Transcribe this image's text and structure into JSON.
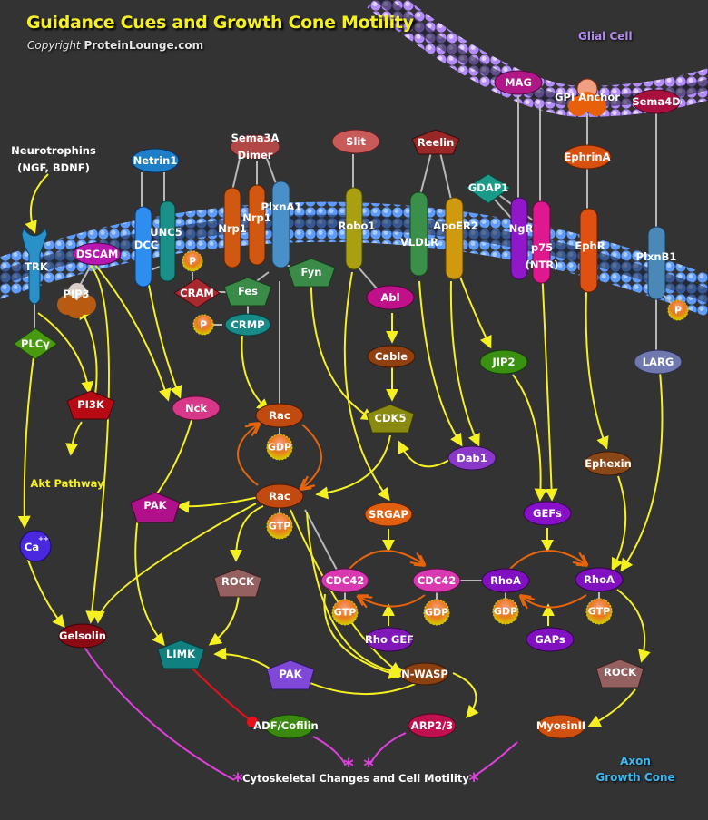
{
  "header": {
    "title": "Guidance Cues and Growth Cone Motility",
    "copyright_prefix": "Copyright",
    "copyright_site": "ProteinLounge.com"
  },
  "regions": {
    "glial_cell": "Glial Cell",
    "axon_line1": "Axon",
    "axon_line2": "Growth Cone"
  },
  "colors": {
    "background": "#333333",
    "activation_arrow": "#f5f020",
    "inhibition_line": "#e8101a",
    "cytoskeletal_link": "#e040e0",
    "gtp_cycle": "#e8640a",
    "binding_line": "#b8b8b8",
    "axon_membrane": "#4a8cff",
    "glial_membrane": "#b890ff"
  },
  "ligands": {
    "neurotrophins_line1": "Neurotrophins",
    "neurotrophins_line2": "(NGF, BDNF)",
    "netrin1": "Netrin1",
    "sema3a_line1": "Sema3A",
    "sema3a_line2": "Dimer",
    "slit": "Slit",
    "reelin": "Reelin",
    "gdap1": "GDAP1",
    "mag": "MAG",
    "gpi_anchor": "GPI Anchor",
    "sema4d": "Sema4D",
    "ephrina": "EphrinA"
  },
  "receptors": {
    "trk": "TRK",
    "dscam": "DSCAM",
    "dcc": "DCC",
    "unc5": "UNC5",
    "nrp1_a": "Nrp1",
    "nrp1_b": "Nrp1",
    "plxna1": "PlxnA1",
    "robo1": "Robo1",
    "vldlr": "VLDLR",
    "apoer2": "ApoER2",
    "ngr": "NgR",
    "p75_line1": "p75",
    "p75_line2": "(NTR)",
    "ephr": "EphR",
    "plxnb1": "PlxnB1"
  },
  "nodes": {
    "pip3": "PIP3",
    "plcg": "PLCγ",
    "pi3k": "PI3K",
    "akt": "Akt Pathway",
    "ca": "Ca",
    "ca_sup": "++",
    "cram": "CRAM",
    "fes": "Fes",
    "crmp": "CRMP",
    "fyn": "Fyn",
    "abl": "Abl",
    "cable": "Cable",
    "cdk5": "CDK5",
    "nck": "Nck",
    "rac_gdp": "Rac",
    "rac_gtp": "Rac",
    "pak1": "PAK",
    "rock1": "ROCK",
    "gelsolin": "Gelsolin",
    "limk": "LIMK",
    "pak2": "PAK",
    "nwasp": "N-WASP",
    "adf_cofilin": "ADF/Cofilin",
    "arp23": "ARP2/3",
    "srgap": "SRGAP",
    "cdc42_gtp": "CDC42",
    "cdc42_gdp": "CDC42",
    "rho_gef": "Rho GEF",
    "dab1": "Dab1",
    "jip2": "JIP2",
    "gefs": "GEFs",
    "rhoa_gdp": "RhoA",
    "rhoa_gtp": "RhoA",
    "gaps": "GAPs",
    "ephexin": "Ephexin",
    "larg": "LARG",
    "rock2": "ROCK",
    "myosin": "MyosinII",
    "cytoskeletal": "Cytoskeletal Changes and Cell Motility"
  },
  "badges": {
    "p": "P",
    "gdp": "GDP",
    "gtp": "GTP"
  }
}
